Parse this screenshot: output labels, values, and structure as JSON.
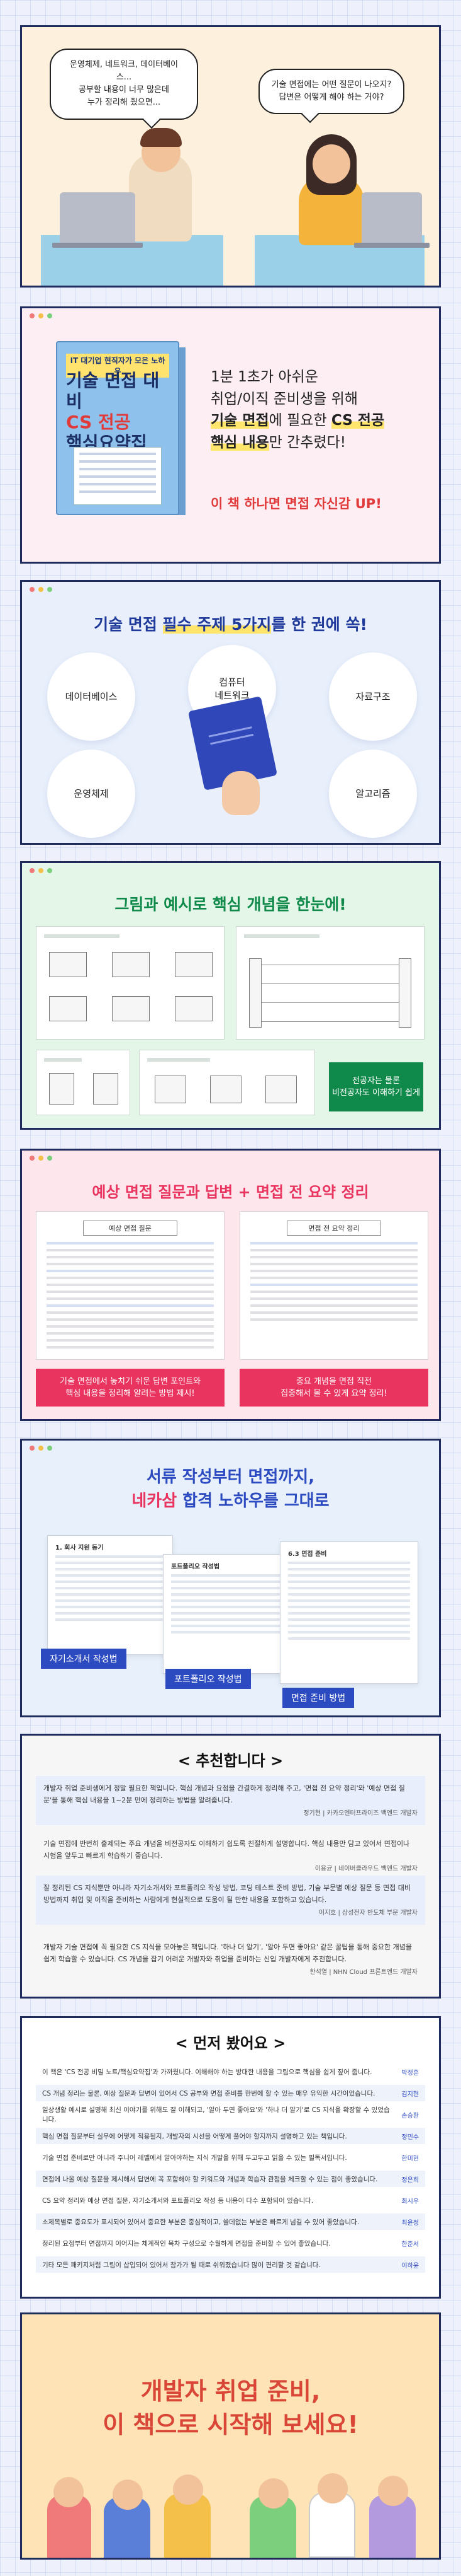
{
  "intro": {
    "bubble_left": [
      "운영체제, 네트워크, 데이터베이스...",
      "공부할 내용이 너무 많은데",
      "누가 정리해 줬으면..."
    ],
    "bubble_right": [
      "기술 면접에는 어떤 질문이 나오지?",
      "답변은 어떻게 해야 하는 거야?"
    ]
  },
  "book": {
    "top_label": "IT 대기업 현직자가 모은 노하우",
    "title_lines": [
      "기술 면접 대비",
      "CS 전공",
      "핵심요약집"
    ],
    "desc_lines": [
      "1분 1초가 아쉬운",
      "취업/이직 준비생을 위해"
    ],
    "desc_hl": [
      "기술 면접",
      "에 필요한 ",
      "CS 전공",
      "핵심 내용",
      "만 간추렸다!"
    ],
    "red_line": "이 책 하나면 면접 자신감 UP!"
  },
  "topics": {
    "title_pre": "기술 면접 ",
    "title_hl": "필수 주제 5가지",
    "title_post": "를 한 권에 쏙!",
    "items": [
      "데이터베이스",
      "컴퓨터\n네트워크",
      "자료구조",
      "운영체제",
      "알고리즘"
    ]
  },
  "figures": {
    "title": "그림과 예시로 핵심 개념을 한눈에!",
    "green_box": [
      "전공자는 물론",
      "비전공자도 이해하기 쉽게"
    ]
  },
  "qa": {
    "title": "예상 면접 질문과 답변 + 면접 전 요약 정리",
    "doc_left_header": "예상 면접 질문",
    "doc_right_header": "면접 전 요약 정리",
    "pink_left": [
      "기술 면접에서 놓치기 쉬운 답변 포인트와",
      "핵심 내용을 정리해 알려는 방법 제시!"
    ],
    "pink_right": [
      "중요 개념을 면접 직전",
      "집중해서 볼 수 있게 요약 정리!"
    ]
  },
  "resume": {
    "title_line1": "서류 작성부터 면접까지,",
    "title_line2_pk": "네카삼",
    "title_line2_rest": " 합격 노하우를 그대로",
    "sheet_titles": [
      "1. 회사 지원 동기",
      "포트폴리오 작성법",
      "6.3 면접 준비"
    ],
    "tags": [
      "자기소개서 작성법",
      "포트폴리오 작성법",
      "면접 준비 방법"
    ]
  },
  "recommend": {
    "title": "추천합니다",
    "quotes": [
      {
        "text": "개발자 취업 준비생에게 정말 필요한 책입니다. 핵심 개념과 요점을 간결하게 정리해 주고, '면접 전 요약 정리'와 '예상 면접 질문'을 통해 핵심 내용을 1~2분 만에 정리하는 방법을 알려줍니다.",
        "who": "정기현 | 카카오엔터프라이즈 백엔드 개발자"
      },
      {
        "text": "기술 면접에 반번히 출제되는 주요 개념을 비전공자도 이해하기 쉽도록 친절하게 설명합니다. 핵심 내용만 담고 있어서 면접이나 시험을 앞두고 빠르게 학습하기 좋습니다.",
        "who": "이용균 | 네이버클라우드 백엔드 개발자"
      },
      {
        "text": "잘 정리된 CS 지식뿐만 아니라 자기소개서와 포트폴리오 작성 방법, 코딩 테스트 준비 방법, 기술 부문별 예상 질문 등 면접 대비 방법까지 취업 및 이직을 준비하는 사람에게 현실적으로 도움이 될 만한 내용을 포함하고 있습니다.",
        "who": "이지호 | 삼성전자 반도체 부문 개발자"
      },
      {
        "text": "개발자 기술 면접에 꼭 필요한 CS 지식을 모아놓은 책입니다. '하나 더 알기', '알아 두면 좋아요' 같은 꿀팁을 통해 중요한 개념을 쉽게 학습할 수 있습니다. CS 개념을 잡기 어려운 개발자와 취업을 준비하는 신입 개발자에게 추천합니다.",
        "who": "한석열 | NHN Cloud 프론트엔드 개발자"
      }
    ]
  },
  "reviews": {
    "title": "먼저 봤어요",
    "items": [
      {
        "text": "이 책은 'CS 전공 비밀 노트/핵심요약집'과 가까웠니다. 이해해야 하는 방대한 내용을 그림으로 핵심을 쉽게 짚어 줍니다.",
        "name": "박정훈"
      },
      {
        "text": "CS 개념 정리는 물론, 예상 질문과 답변이 있어서 CS 공부와 면접 준비를 한번에 할 수 있는 매우 유익한 시간이었습니다.",
        "name": "김지현"
      },
      {
        "text": "일상생활 예시로 설명해 최신 이야기를 위해도 잘 이해되고, '알아 두면 좋아요'와 '하나 더 알기'로 CS 지식을 확장할 수 있었습니다.",
        "name": "손승환"
      },
      {
        "text": "핵심 면접 질문부터 실무에 어떻게 적용될지, 개발자의 시선을 어떻게 풀어야 할지까지 설명하고 있는 책입니다.",
        "name": "정민수"
      },
      {
        "text": "기술 면접 준비로만 아니라 주니어 레벨에서 알아야하는 지식 개발을 위해 두고두고 읽을 수 있는 필독서입니다.",
        "name": "한미현"
      },
      {
        "text": "면접에 나올 예상 질문을 제시해서 답변에 꼭 포함해야 할 키워드와 개념과 학습자 관점을 체크할 수 있는 점이 좋았습니다.",
        "name": "정은희"
      },
      {
        "text": "CS 요약 정리와 예상 면접 질문, 자기소개서와 포트폴리오 작성 등 내용이 다수 포함되어 있습니다.",
        "name": "최시우"
      },
      {
        "text": "소제목별로 중요도가 표시되어 있어서 중요한 부분은 중심적이고, 쓸데없는 부분은 빠르게 넘길 수 있어 좋았습니다.",
        "name": "최윤정"
      },
      {
        "text": "정리된 요점부터 면접까지 이어지는 체계적인 목차 구성으로 수월하게 면접을 준비할 수 있어 좋았습니다.",
        "name": "한준서"
      },
      {
        "text": "기타 모든 패키지처럼 그림이 삽입되어 있어서 참가가 될 때로 쉬워졌습니다 많이 편리할 것 같습니다.",
        "name": "이하윤"
      }
    ]
  },
  "final": {
    "line1": "개발자 취업 준비,",
    "line2": "이 책으로 시작해 보세요!"
  },
  "colors": {
    "frame": "#1f2b5c",
    "blue_title": "#1f3a9a",
    "pink": "#e8345f",
    "green": "#0f8a4a",
    "red": "#e03a3a",
    "highlight": "#ffe56b"
  }
}
